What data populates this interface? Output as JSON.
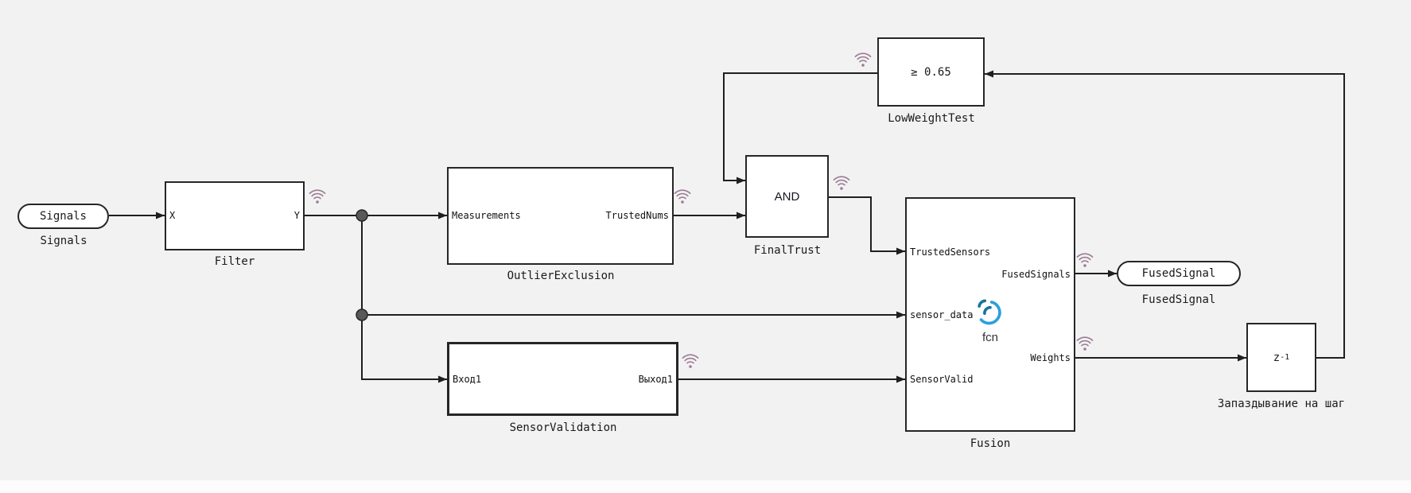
{
  "colors": {
    "background": "#f2f2f2",
    "block_border": "#262626",
    "wire": "#1f1f1f",
    "badge": "#9b7b95",
    "fcn_dark": "#17739e",
    "fcn_light": "#2aa0dc",
    "canvas_strip": "#fcfcfc",
    "text": "#1a1a1a"
  },
  "ports": {
    "inport": {
      "text": "Signals",
      "label": "Signals"
    },
    "outport": {
      "text": "FusedSignal",
      "label": "FusedSignal"
    }
  },
  "blocks": {
    "filter": {
      "label": "Filter",
      "in": "X",
      "out": "Y"
    },
    "outlier_exclusion": {
      "label": "OutlierExclusion",
      "in": "Measurements",
      "out": "TrustedNums"
    },
    "sensor_validation": {
      "label": "SensorValidation",
      "in": "Вход1",
      "out": "Выход1"
    },
    "final_trust": {
      "label": "FinalTrust",
      "operator": "AND"
    },
    "low_weight_test": {
      "label": "LowWeightTest",
      "expression": "≥ 0.65"
    },
    "fusion": {
      "label": "Fusion",
      "inputs": [
        "TrustedSensors",
        "sensor_data",
        "SensorValid"
      ],
      "outputs": [
        "FusedSignals",
        "Weights"
      ],
      "icon": "matlab-function-icon",
      "icon_caption": "fcn"
    },
    "unit_delay": {
      "label": "Запаздывание на шаг",
      "expression_base": "z",
      "expression_exponent": "-1"
    }
  },
  "icons": {
    "signal_logging": "wifi-icon"
  }
}
